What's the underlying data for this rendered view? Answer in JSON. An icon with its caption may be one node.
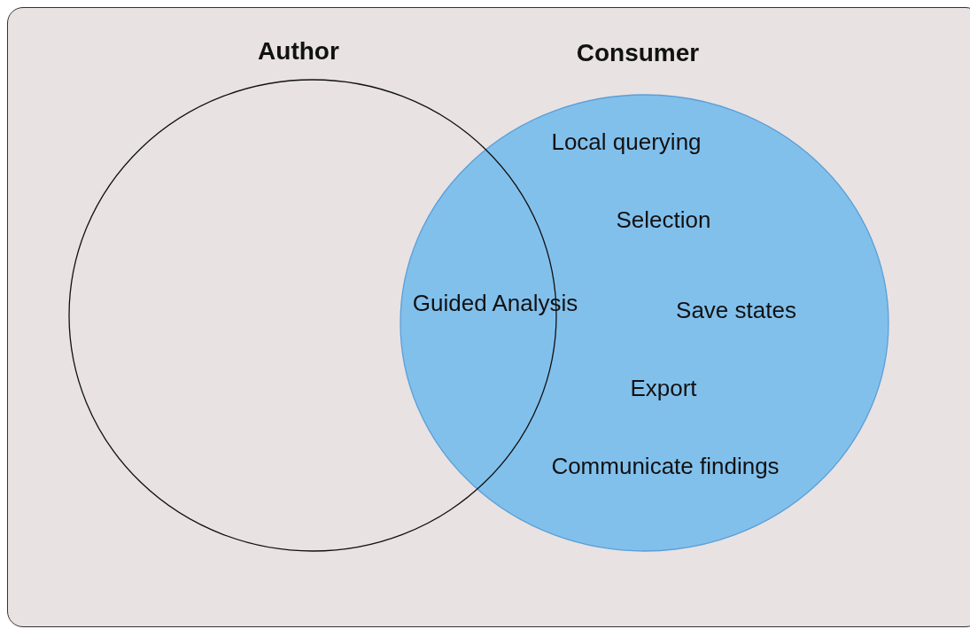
{
  "diagram": {
    "nodes": [
      {
        "text": [
          "Author"
        ]
      },
      {
        "text": [
          "Consumer",
          "Local querying",
          "Selection",
          "Save states",
          "Export",
          "Communicate findings"
        ]
      }
    ],
    "labels": [
      "Guided Analysis"
    ]
  }
}
